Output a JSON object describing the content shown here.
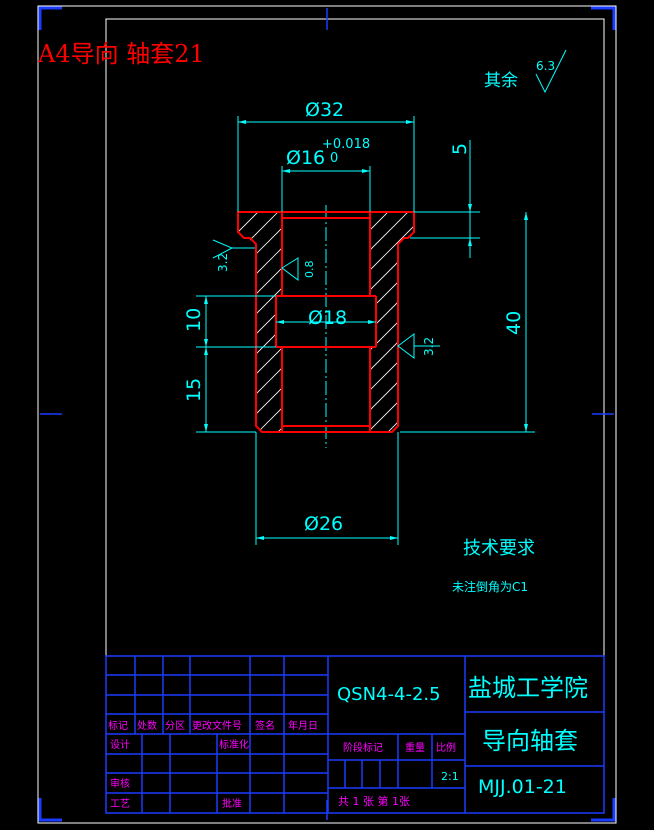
{
  "header": {
    "title": "A4导向 轴套21"
  },
  "surface": {
    "other": "其余",
    "roughness_default": "6.3",
    "roughness_left": "3.2",
    "roughness_right": "3.2",
    "roughness_bore": "0.8"
  },
  "dimensions": {
    "outer_diameter": "Ø32",
    "inner_diameter": "Ø16",
    "tol_upper": "+0.018",
    "tol_lower": "0",
    "groove_diameter": "Ø18",
    "base_diameter": "Ø26",
    "flange_height": "5",
    "total_height": "40",
    "groove_width": "10",
    "bottom_length": "15"
  },
  "notes": {
    "title": "技术要求",
    "line1": "未注倒角为C1"
  },
  "title_block": {
    "material": "QSN4-4-2.5",
    "school": "盐城工学院",
    "part_name": "导向轴套",
    "drawing_no": "MJJ.01-21",
    "scale": "2:1",
    "sheets": "共 1 张 第 1张",
    "labels": {
      "mark": "标记",
      "count": "处数",
      "zone": "分区",
      "change_doc": "更改文件号",
      "sign": "签名",
      "date": "年月日",
      "design": "设计",
      "standardize": "标准化",
      "review": "审核",
      "process": "工艺",
      "approve": "批准",
      "stage": "阶段标记",
      "weight": "重量",
      "ratio": "比例"
    }
  },
  "colors": {
    "frame": "#ffffff",
    "border": "#0000ff",
    "outline": "#ff0000",
    "dim": "#00ffff",
    "label": "#ff00ff",
    "title": "#ff0000",
    "hatch": "#ffffff"
  }
}
